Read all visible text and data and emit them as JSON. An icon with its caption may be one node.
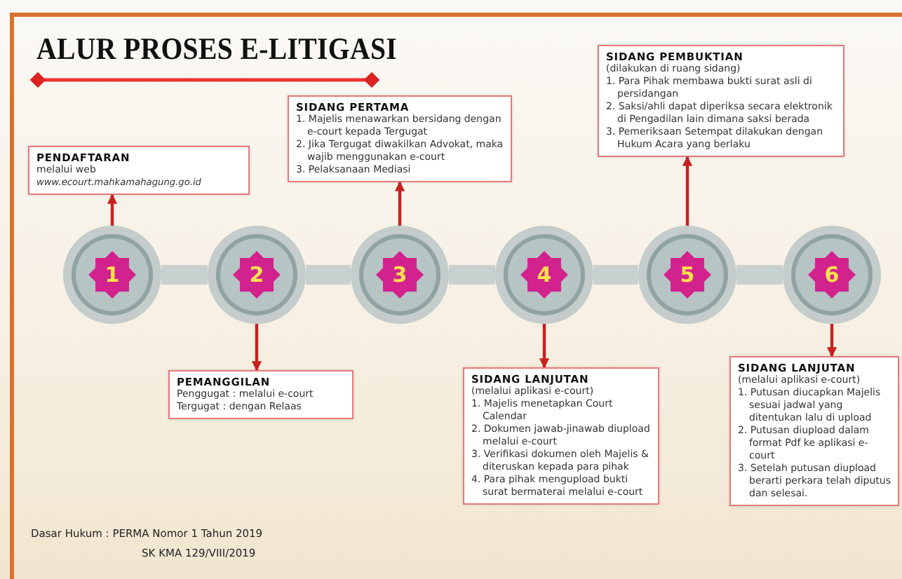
{
  "diagram": {
    "title": "ALUR PROSES E-LITIGASI",
    "nodes": [
      {
        "text": [
          "1"
        ]
      },
      {
        "text": [
          "2"
        ]
      },
      {
        "text": [
          "3"
        ]
      },
      {
        "text": [
          "4"
        ]
      },
      {
        "text": [
          "5"
        ]
      },
      {
        "text": [
          "6"
        ]
      },
      {
        "text": [
          "PENDAFTARAN",
          "melalui web",
          "www.ecourt.mahkamahagung.go.id"
        ]
      },
      {
        "text": [
          "SIDANG PERTAMA",
          "1. Majelis menawarkan bersidang dengan e-court kepada Tergugat",
          "2. Jika Tergugat diwakilkan Advokat, maka wajib menggunakan e-court",
          "3. Pelaksanaan Mediasi"
        ]
      },
      {
        "text": [
          "SIDANG PEMBUKTIAN",
          "(dilakukan di ruang sidang)",
          "1. Para Pihak membawa bukti surat asli di persidangan",
          "2. Saksi/ahli dapat diperiksa secara elektronik di Pengadilan lain dimana saksi berada",
          "3. Pemeriksaan Setempat dilakukan dengan Hukum Acara yang berlaku"
        ]
      },
      {
        "text": [
          "PEMANGGILAN",
          "Penggugat : melalui e-court",
          "Tergugat : dengan Relaas"
        ]
      },
      {
        "text": [
          "SIDANG LANJUTAN",
          "(melalui aplikasi e-court)",
          "1. Majelis menetapkan Court Calendar",
          "2. Dokumen jawab-jinawab diupload melalui e-court",
          "3. Verifikasi dokumen oleh Majelis & diteruskan kepada para pihak",
          "4. Para pihak mengupload bukti surat bermaterai melalui e-court"
        ]
      },
      {
        "text": [
          "SIDANG LANJUTAN",
          "(melalui aplikasi e-court)",
          "1. Putusan diucapkan Majelis sesuai jadwal yang ditentukan lalu di upload",
          "2. Putusan diupload dalam format Pdf ke aplikasi e-court",
          "3. Setelah putusan diupload berarti perkara telah diputus dan selesai."
        ]
      }
    ],
    "edges": [
      {
        "from": 0,
        "to": 1,
        "arrow": "none",
        "style": "thick",
        "color": "#c9d0d0"
      },
      {
        "from": 1,
        "to": 2,
        "arrow": "none",
        "style": "thick",
        "color": "#c9d0d0"
      },
      {
        "from": 2,
        "to": 3,
        "arrow": "none",
        "style": "thick",
        "color": "#c9d0d0"
      },
      {
        "from": 3,
        "to": 4,
        "arrow": "none",
        "style": "thick",
        "color": "#c9d0d0"
      },
      {
        "from": 4,
        "to": 5,
        "arrow": "none",
        "style": "thick",
        "color": "#c9d0d0"
      },
      {
        "from": 0,
        "to": 6,
        "arrow": "to"
      },
      {
        "from": 1,
        "to": 9,
        "arrow": "to"
      },
      {
        "from": 2,
        "to": 7,
        "arrow": "to"
      },
      {
        "from": 3,
        "to": 10,
        "arrow": "to"
      },
      {
        "from": 4,
        "to": 8,
        "arrow": "to"
      },
      {
        "from": 5,
        "to": 11,
        "arrow": "to"
      }
    ],
    "labels": [
      "Dasar Hukum : PERMA Nomor 1 Tahun 2019",
      "SK KMA 129/VIII/2019"
    ]
  }
}
